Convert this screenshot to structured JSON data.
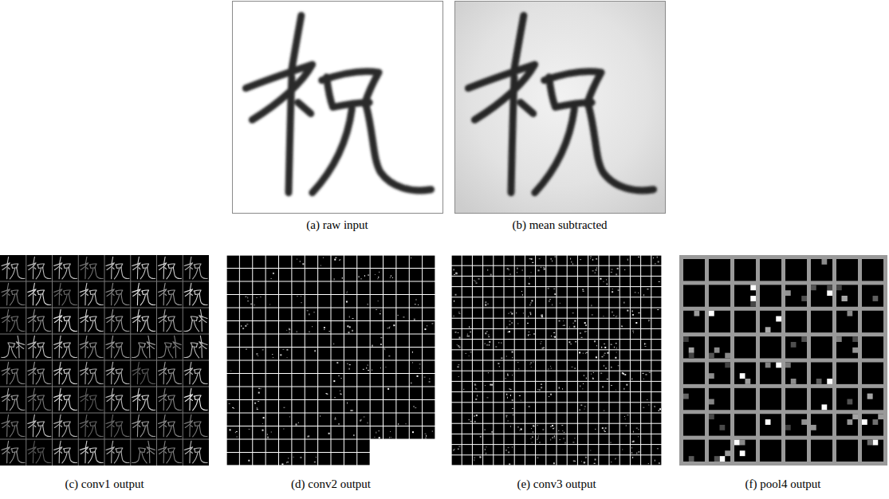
{
  "diagram": {
    "labels": [
      "(a) raw input",
      "(b) mean subtracted",
      "(c) conv1 output",
      "(d) conv2 output",
      "(e) conv3 output",
      "(f) pool4 output"
    ]
  }
}
